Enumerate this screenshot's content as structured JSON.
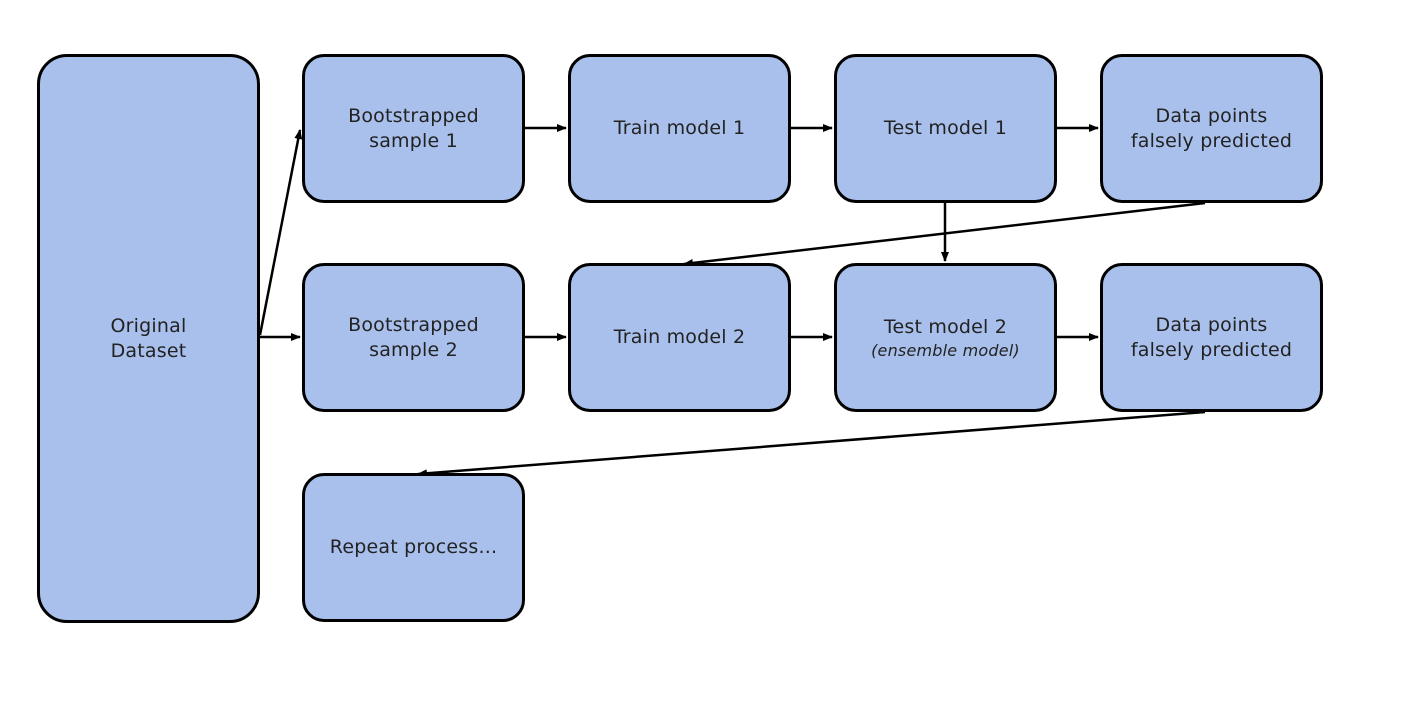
{
  "nodes": {
    "original": {
      "line1": "Original",
      "line2": "Dataset"
    },
    "boot1": {
      "line1": "Bootstrapped",
      "line2": "sample 1"
    },
    "train1": {
      "line1": "Train model 1"
    },
    "test1": {
      "line1": "Test model 1"
    },
    "false1": {
      "line1": "Data points",
      "line2": "falsely predicted"
    },
    "boot2": {
      "line1": "Bootstrapped",
      "line2": "sample 2"
    },
    "train2": {
      "line1": "Train model 2"
    },
    "test2": {
      "line1": "Test model 2",
      "line2": "(ensemble model)"
    },
    "false2": {
      "line1": "Data points",
      "line2": "falsely predicted"
    },
    "repeat": {
      "line1": "Repeat process..."
    }
  },
  "edges": [
    {
      "from": "original",
      "to": "boot1"
    },
    {
      "from": "original",
      "to": "boot2"
    },
    {
      "from": "boot1",
      "to": "train1"
    },
    {
      "from": "train1",
      "to": "test1"
    },
    {
      "from": "test1",
      "to": "false1"
    },
    {
      "from": "test1",
      "to": "test2"
    },
    {
      "from": "false1",
      "to": "train2"
    },
    {
      "from": "boot2",
      "to": "train2"
    },
    {
      "from": "train2",
      "to": "test2"
    },
    {
      "from": "test2",
      "to": "false2"
    },
    {
      "from": "false2",
      "to": "repeat"
    }
  ],
  "colors": {
    "node_fill": "#a9c0ec",
    "node_border": "#000000",
    "text": "#222222",
    "arrow": "#000000"
  }
}
